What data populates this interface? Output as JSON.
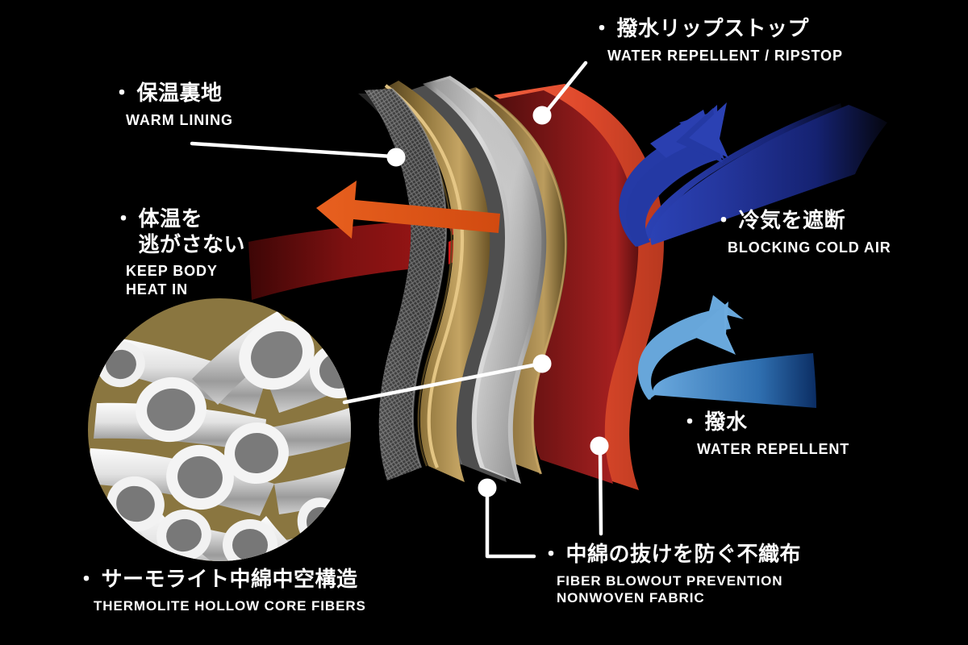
{
  "meta": {
    "title": "Insulated Jacket Fabric Layer Construction Diagram",
    "background_color": "#000000",
    "text_color": "#ffffff"
  },
  "callouts": [
    {
      "id": "warm-lining",
      "jp": "保温裏地",
      "en": "WARM LINING",
      "bullet": "・"
    },
    {
      "id": "water-repellent-ripstop",
      "jp": "撥水リップストップ",
      "en": "WATER REPELLENT / RIPSTOP",
      "bullet": "・"
    },
    {
      "id": "keep-body-heat-in",
      "jp": "体温を\n逃がさない",
      "en": "KEEP BODY\nHEAT IN",
      "bullet": "・"
    },
    {
      "id": "blocking-cold-air",
      "jp": "冷気を遮断",
      "en": "BLOCKING COLD AIR",
      "bullet": "・"
    },
    {
      "id": "water-repellent",
      "jp": "撥水",
      "en": "WATER REPELLENT",
      "bullet": "・"
    },
    {
      "id": "nonwoven-fabric",
      "jp": "中綿の抜けを防ぐ不織布",
      "en": "FIBER BLOWOUT PREVENTION\nNONWOVEN FABRIC",
      "bullet": "・"
    },
    {
      "id": "thermolite-hollow-core",
      "jp": "サーモライト中綿中空構造",
      "en": "THERMOLITE HOLLOW CORE FIBERS",
      "bullet": "・"
    }
  ],
  "layers": [
    {
      "name": "warm-lining-mesh",
      "color": "#4a4a4a",
      "edge": "#8f8f8f"
    },
    {
      "name": "gold-bonded-layer-inner",
      "color": "#7d6433",
      "edge": "#e3c27e"
    },
    {
      "name": "insulation-wadding",
      "color": "#c9c9c9",
      "edge": "#4a4a4a"
    },
    {
      "name": "gold-bonded-layer-outer",
      "color": "#7d6433",
      "edge": "#e3c27e"
    },
    {
      "name": "ripstop-shell",
      "color": "#6e1414",
      "edge": "#e8533b"
    }
  ],
  "arrows": [
    {
      "name": "heat-escape-arrow",
      "color": "#e0541a",
      "direction": "left"
    },
    {
      "name": "trapped-heat-band",
      "color": "#8f1212",
      "direction": "left"
    },
    {
      "name": "inner-heat-reflect",
      "color": "#e01b1b",
      "direction": "left"
    },
    {
      "name": "cold-air-block-arrow",
      "color": "#243a9c",
      "direction": "up-left"
    },
    {
      "name": "water-repel-arrow",
      "color": "#5b9bd5",
      "direction": "up-right"
    }
  ],
  "fiber_inset": {
    "name": "hollow-core-fiber-closeup",
    "disc_color": "#8a7640",
    "fiber_color": "#f0f0f0",
    "fiber_shadow": "#8d8d8d",
    "fiber_count": 14
  }
}
